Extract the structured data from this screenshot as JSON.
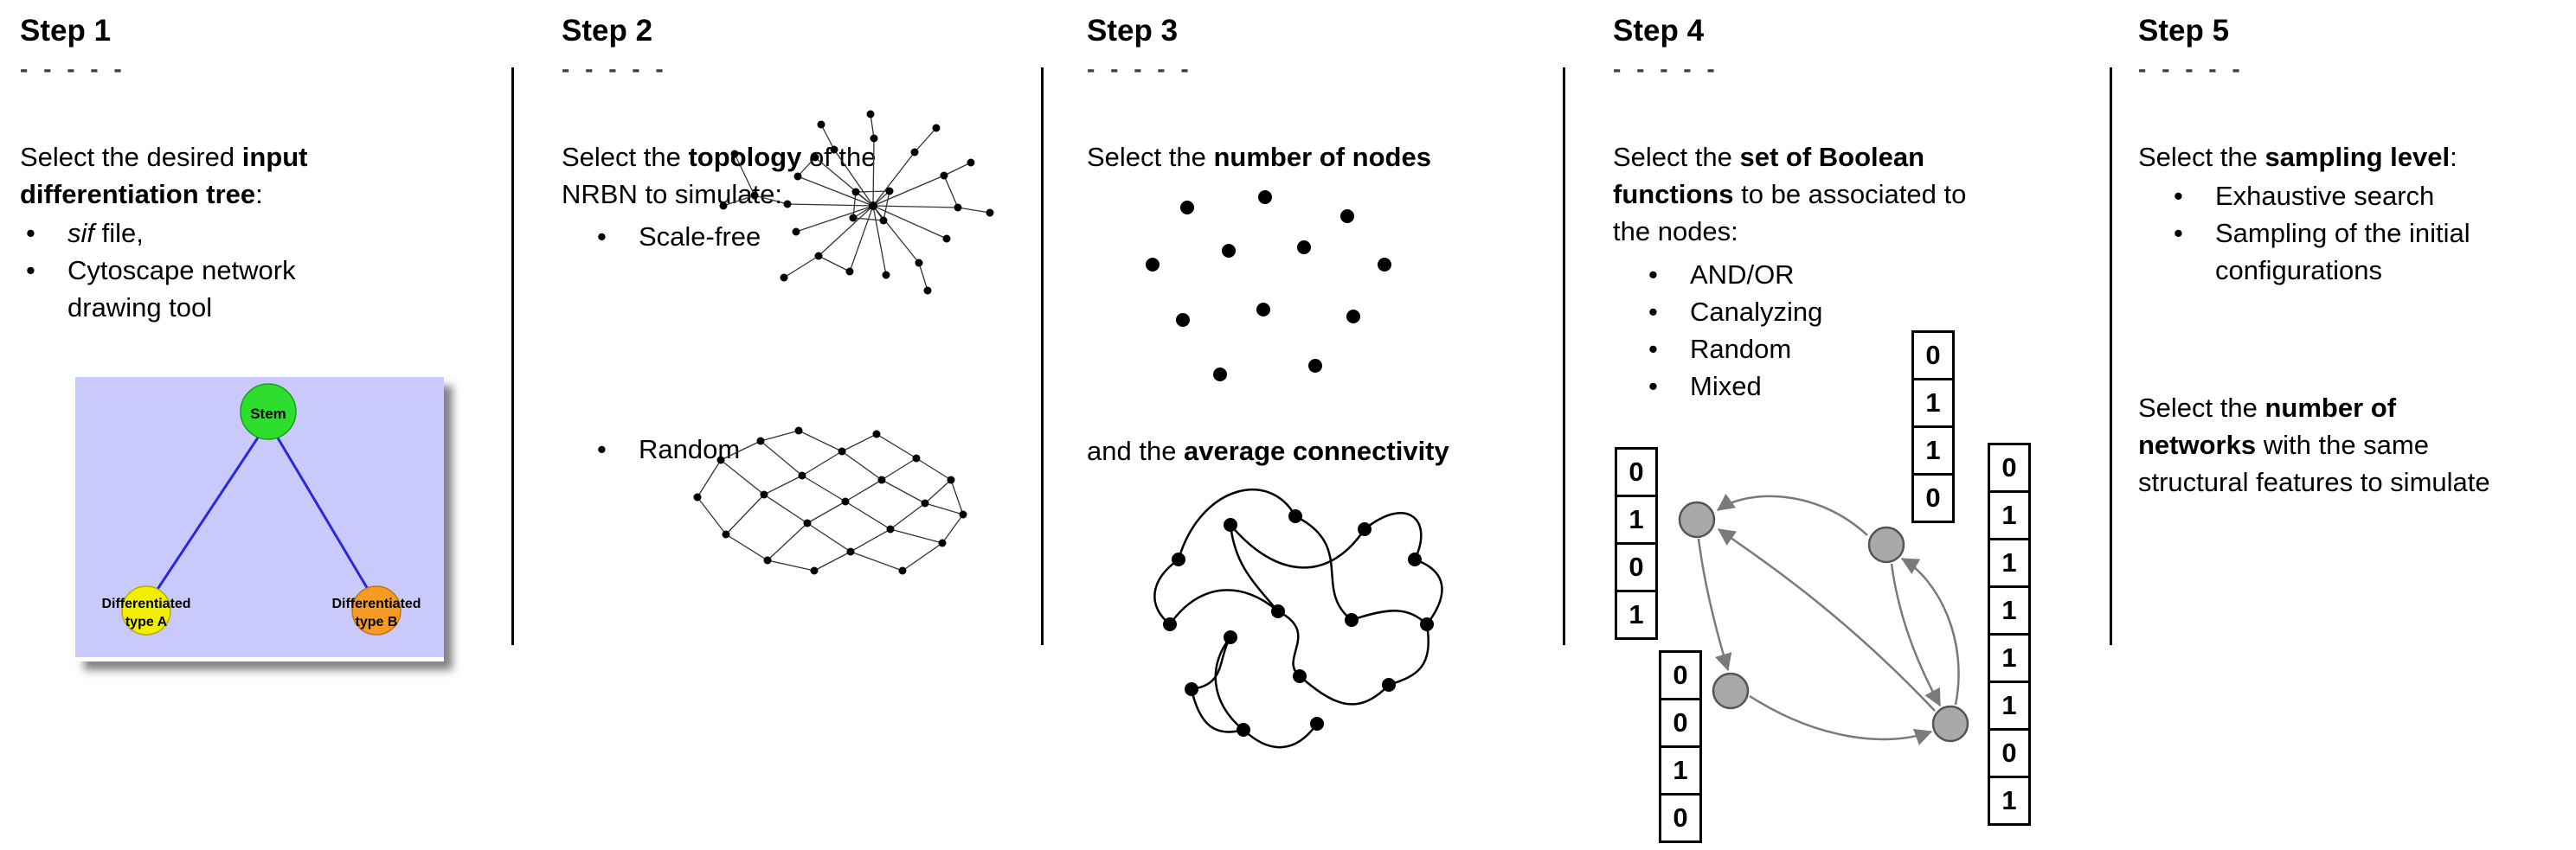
{
  "figure": {
    "type": "workflow-diagram",
    "background": "#ffffff"
  },
  "glyphs": {
    "bullet": "•"
  },
  "colors": {
    "tree_background": "#c9c9fb",
    "stem_node": "#2ede2e",
    "differentiated_a_node": "#f2ee00",
    "differentiated_b_node": "#f59a23",
    "tree_edge": "#2929d6",
    "boolean_node_fill": "#a9a9a9",
    "boolean_node_stroke": "#555555",
    "boolean_edge": "#7a7a7a"
  },
  "steps": [
    {
      "title": "Step 1",
      "dashes": "- - - - -",
      "intro": [
        {
          "t": "Select the desired ",
          "s": "n"
        },
        {
          "t": "input",
          "s": "b"
        },
        {
          "br": true
        },
        {
          "t": "differentiation tree",
          "s": "b"
        },
        {
          "t": ":",
          "s": "n"
        }
      ],
      "bullets": [
        [
          {
            "t": "sif",
            "s": "i"
          },
          {
            "t": " file,",
            "s": "n"
          }
        ],
        [
          {
            "t": "Cytoscape network",
            "s": "n"
          },
          {
            "br": true
          },
          {
            "t": "drawing tool",
            "s": "n"
          }
        ]
      ],
      "tree": {
        "stem_label": "Stem",
        "type_a_line1": "Differentiated",
        "type_a_line2": "type A",
        "type_b_line1": "Differentiated",
        "type_b_line2": "type B"
      }
    },
    {
      "title": "Step 2",
      "dashes": "- - - - -",
      "intro": [
        {
          "t": "Select the ",
          "s": "n"
        },
        {
          "t": "topology",
          "s": "b"
        },
        {
          "t": " of the",
          "s": "n"
        },
        {
          "br": true
        },
        {
          "t": "NRBN to simulate:",
          "s": "n"
        }
      ],
      "bullets": [
        [
          {
            "t": "Scale-free",
            "s": "n"
          }
        ],
        [
          {
            "t": "Random",
            "s": "n"
          }
        ]
      ]
    },
    {
      "title": "Step 3",
      "dashes": "- - - - -",
      "intro": [
        {
          "t": "Select the ",
          "s": "n"
        },
        {
          "t": "number of nodes",
          "s": "b"
        }
      ],
      "intro2": [
        {
          "t": "and the ",
          "s": "n"
        },
        {
          "t": "average connectivity",
          "s": "b"
        }
      ]
    },
    {
      "title": "Step 4",
      "dashes": "- - - - -",
      "intro": [
        {
          "t": "Select the ",
          "s": "n"
        },
        {
          "t": "set of Boolean",
          "s": "b"
        },
        {
          "br": true
        },
        {
          "t": "functions",
          "s": "b"
        },
        {
          "t": " to be associated to",
          "s": "n"
        },
        {
          "br": true
        },
        {
          "t": "the nodes:",
          "s": "n"
        }
      ],
      "bullets": [
        [
          {
            "t": "AND/OR",
            "s": "n"
          }
        ],
        [
          {
            "t": "Canalyzing",
            "s": "n"
          }
        ],
        [
          {
            "t": "Random",
            "s": "n"
          }
        ],
        [
          {
            "t": "Mixed",
            "s": "n"
          }
        ]
      ],
      "tables": {
        "left": [
          "0",
          "1",
          "0",
          "1"
        ],
        "top": [
          "0",
          "1",
          "1",
          "0"
        ],
        "bottom_left": [
          "0",
          "0",
          "1",
          "0"
        ],
        "right": [
          "0",
          "1",
          "1",
          "1",
          "1",
          "1",
          "0",
          "1"
        ]
      }
    },
    {
      "title": "Step 5",
      "dashes": "- - - - -",
      "intro": [
        {
          "t": "Select the ",
          "s": "n"
        },
        {
          "t": "sampling level",
          "s": "b"
        },
        {
          "t": ":",
          "s": "n"
        }
      ],
      "bullets": [
        [
          {
            "t": "Exhaustive search",
            "s": "n"
          }
        ],
        [
          {
            "t": "Sampling of the initial",
            "s": "n"
          },
          {
            "br": true
          },
          {
            "t": "configurations",
            "s": "n"
          }
        ]
      ],
      "intro2": [
        {
          "t": "Select the ",
          "s": "n"
        },
        {
          "t": "number of",
          "s": "b"
        },
        {
          "br": true
        },
        {
          "t": "networks",
          "s": "b"
        },
        {
          "t": " with the same",
          "s": "n"
        },
        {
          "br": true
        },
        {
          "t": "structural features to simulate",
          "s": "n"
        }
      ]
    }
  ]
}
